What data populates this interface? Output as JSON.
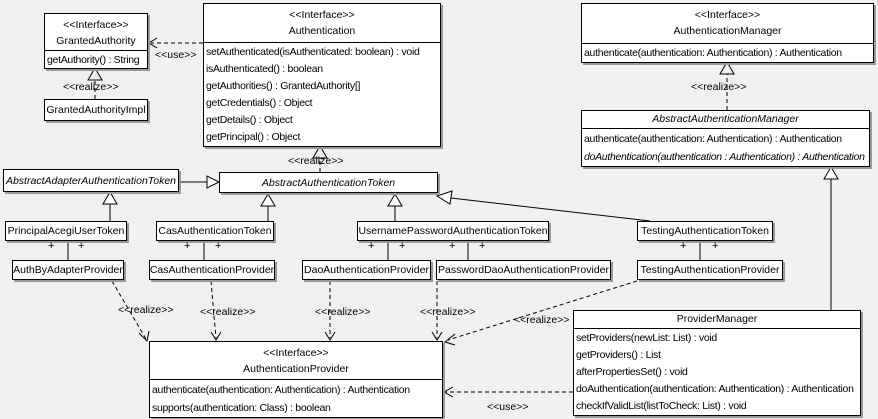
{
  "labels": {
    "use": "<<use>>",
    "realize": "<<realize>>",
    "plus": "+"
  },
  "colors": {
    "background": "#f0f0f0",
    "box_fill": "#ffffff",
    "line": "#000000",
    "shadow": "#9a9a9a"
  },
  "classes": {
    "granted_authority": {
      "stereotype": "<<Interface>>",
      "name": "GrantedAuthority",
      "methods": [
        "getAuthority() : String"
      ]
    },
    "granted_authority_impl": {
      "name": "GrantedAuthorityImpl"
    },
    "authentication": {
      "stereotype": "<<Interface>>",
      "name": "Authentication",
      "methods": [
        "setAuthenticated(isAuthenticated: boolean) : void",
        "isAuthenticated() : boolean",
        "getAuthorities() : GrantedAuthority[]",
        "getCredentials() : Object",
        "getDetails() : Object",
        "getPrincipal() : Object"
      ]
    },
    "authentication_manager": {
      "stereotype": "<<Interface>>",
      "name": "AuthenticationManager",
      "methods": [
        "authenticate(authentication: Authentication) : Authentication"
      ]
    },
    "abstract_authentication_manager": {
      "name": "AbstractAuthenticationManager",
      "methods": [
        "authenticate(authentication: Authentication) : Authentication",
        "doAuthentication(authentication : Authentication) : Authentication"
      ]
    },
    "abstract_adapter_authentication_token": {
      "name": "AbstractAdapterAuthenticationToken"
    },
    "abstract_authentication_token": {
      "name": "AbstractAuthenticationToken"
    },
    "principal_acegi_user_token": {
      "name": "PrincipalAcegiUserToken"
    },
    "cas_authentication_token": {
      "name": "CasAuthenticationToken"
    },
    "username_password_authentication_token": {
      "name": "UsernamePasswordAuthenticationToken"
    },
    "testing_authentication_token": {
      "name": "TestingAuthenticationToken"
    },
    "auth_by_adapter_provider": {
      "name": "AuthByAdapterProvider"
    },
    "cas_authentication_provider": {
      "name": "CasAuthenticationProvider"
    },
    "dao_authentication_provider": {
      "name": "DaoAuthenticationProvider"
    },
    "password_dao_authentication_provider": {
      "name": "PasswordDaoAuthenticationProvider"
    },
    "testing_authentication_provider": {
      "name": "TestingAuthenticationProvider"
    },
    "authentication_provider": {
      "stereotype": "<<Interface>>",
      "name": "AuthenticationProvider",
      "methods": [
        "authenticate(authentication: Authentication) : Authentication",
        "supports(authentication: Class) : boolean"
      ]
    },
    "provider_manager": {
      "name": "ProviderManager",
      "methods": [
        "setProviders(newList: List) : void",
        "getProviders() : List",
        "afterPropertiesSet() : void",
        "doAuthentication(authentication: Authentication) : Authentication",
        "checkIfValidList(listToCheck: List) : void"
      ]
    }
  }
}
